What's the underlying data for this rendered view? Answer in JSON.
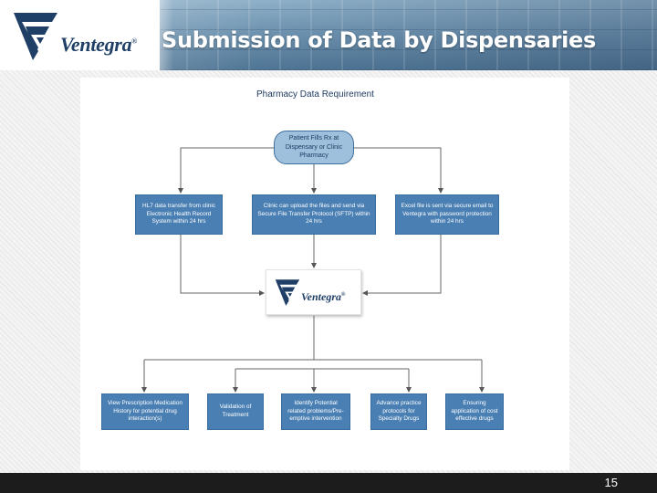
{
  "header": {
    "brand_name": "Ventegra",
    "brand_reg": "®",
    "title": "Submission of Data by Dispensaries"
  },
  "diagram": {
    "title": "Pharmacy Data Requirement",
    "top_node": "Patient Fills Rx at Dispensary or Clinic Pharmacy",
    "inputs": [
      "HL7 data transfer from clinic Electronic Health Record System within 24 hrs",
      "Clinic can upload the files and send via Secure File Transfer Protocol (SFTP) within 24 hrs",
      "Excel file is sent via secure email to Ventegra with password protection within 24 hrs"
    ],
    "center_logo": "Ventegra",
    "center_logo_reg": "®",
    "outputs": [
      "View Prescription Medication History for potential drug interaction(s)",
      "Validation of Treatment",
      "Identify Potential related problems/Pre-emptive intervention",
      "Advance practice protocols for Specialty Drugs",
      "Ensuring application of cost effective drugs"
    ]
  },
  "footer": {
    "page_number": "15"
  },
  "colors": {
    "box_fill": "#4a7fb3",
    "pill_fill": "#9ec0dd",
    "brand_navy": "#1f3f66"
  }
}
